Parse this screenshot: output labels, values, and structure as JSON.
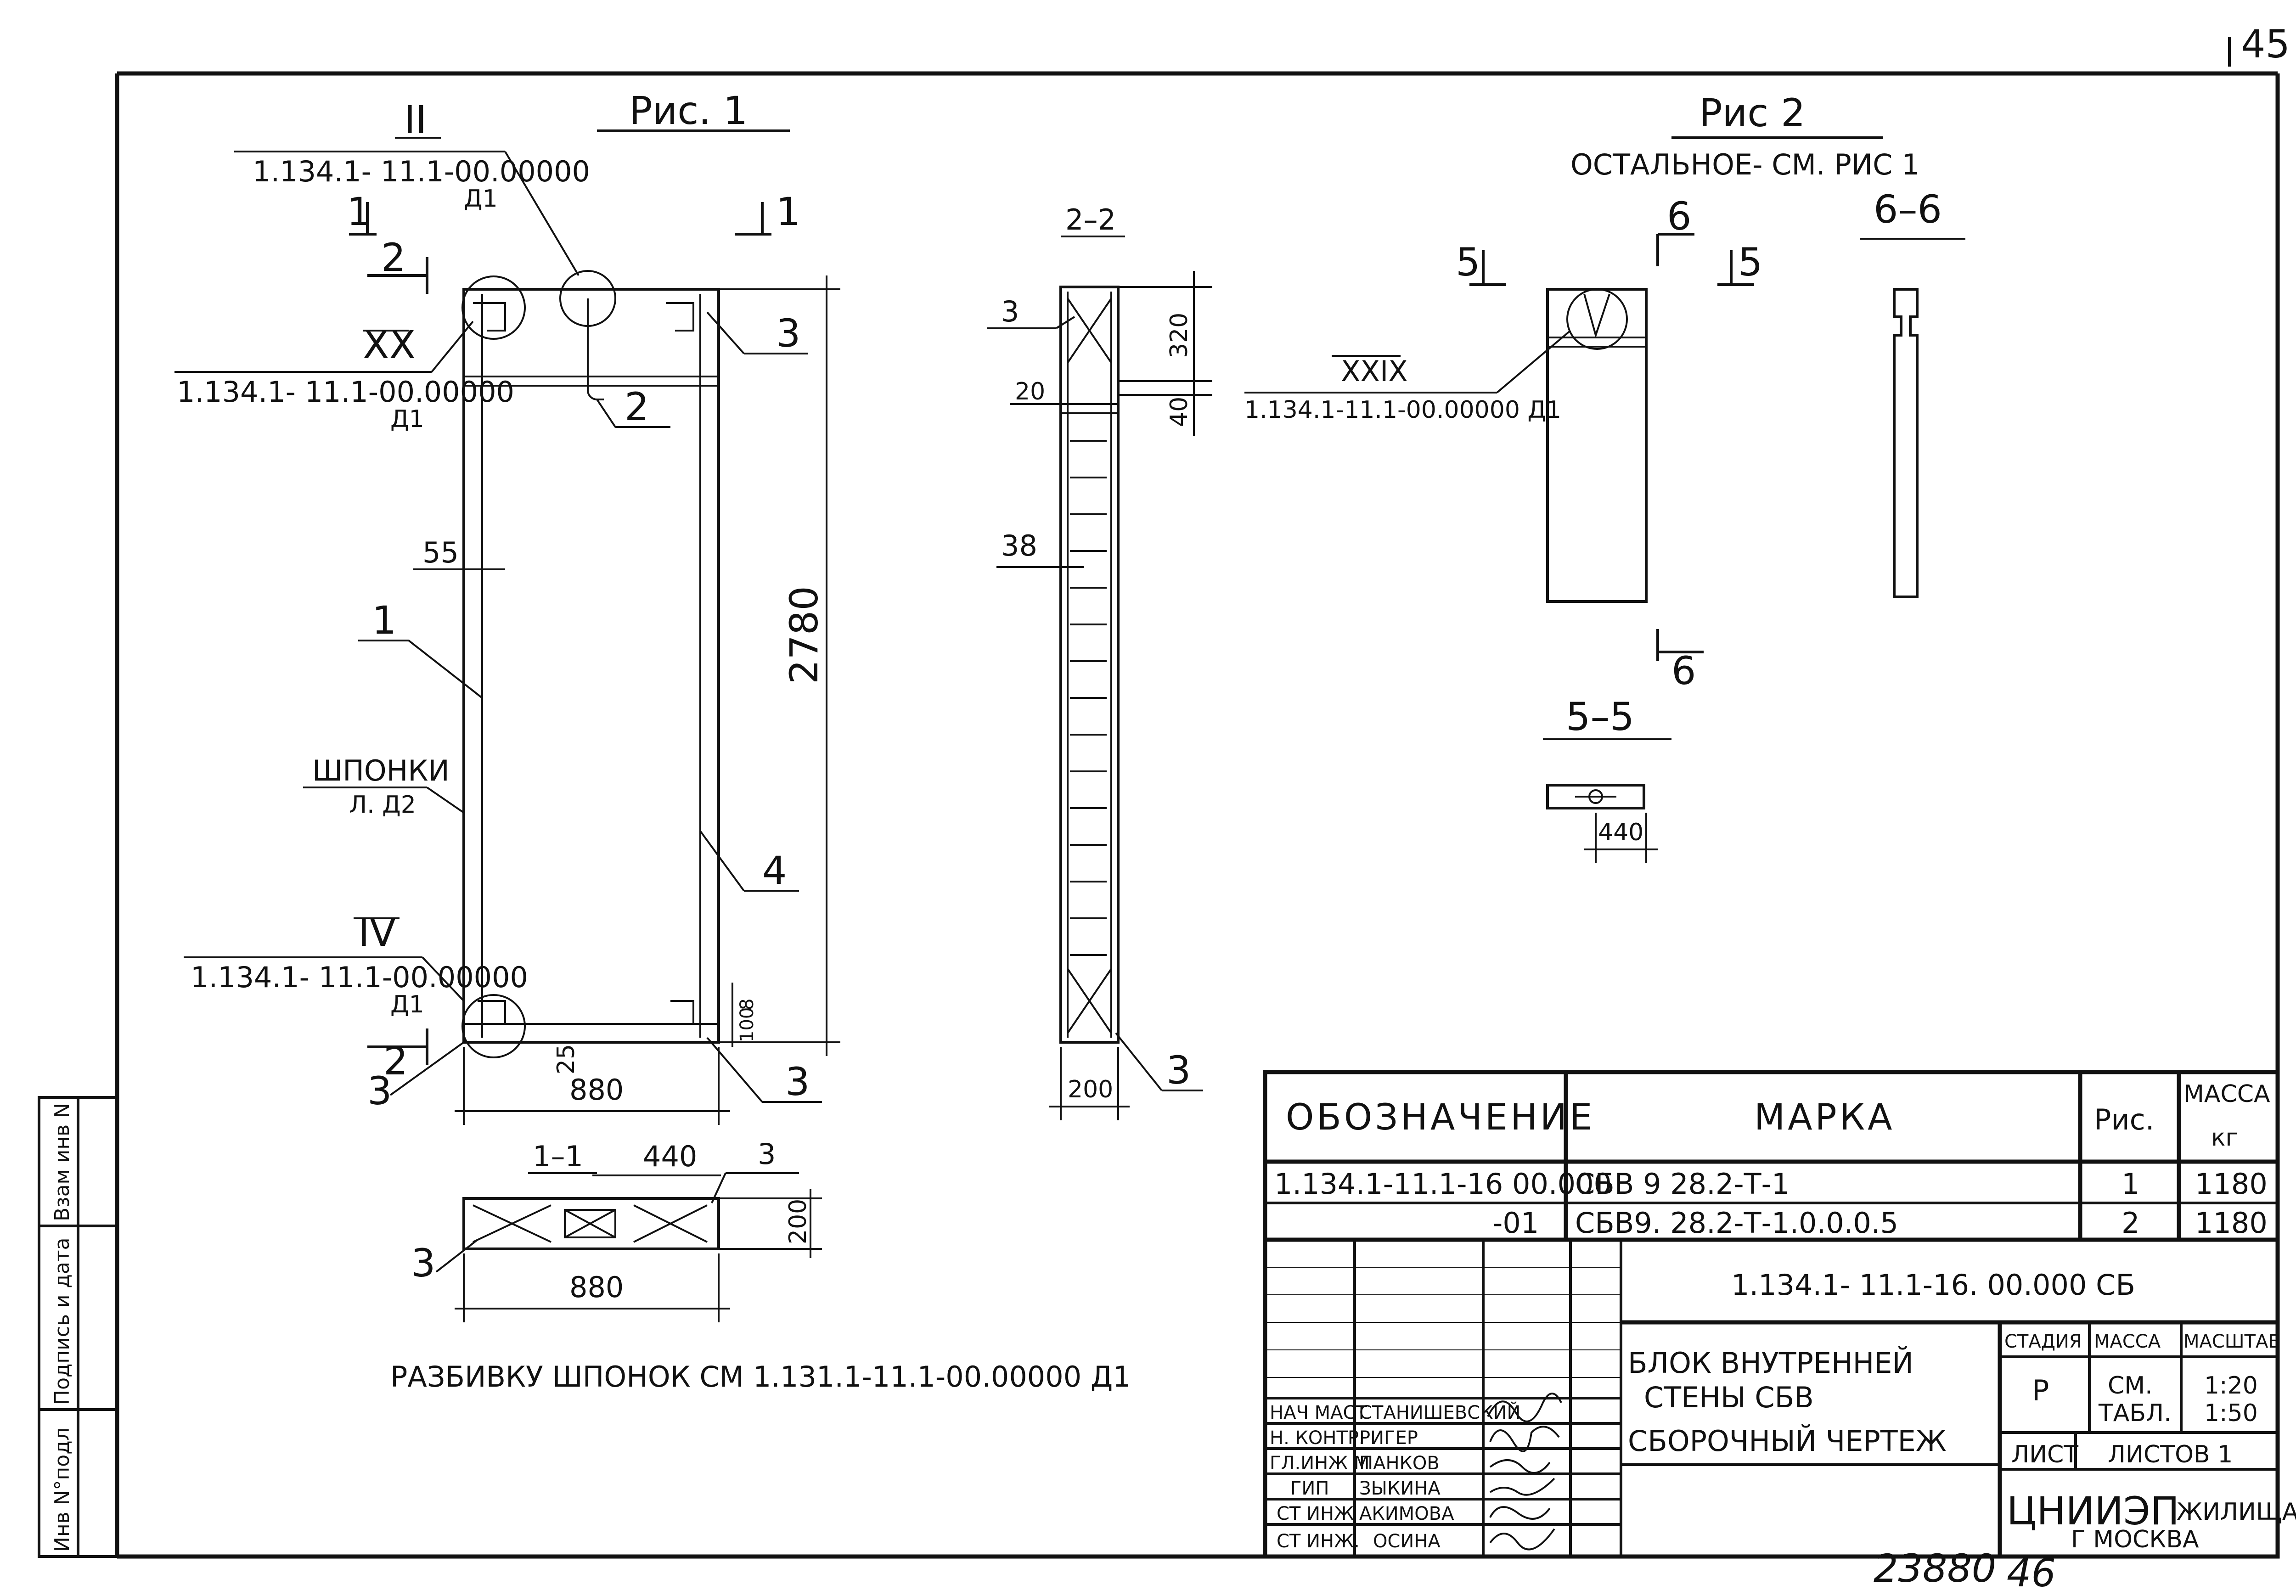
{
  "sheet": {
    "page_number": "45",
    "archive_number": "23880",
    "sheet_number_bottom": "46"
  },
  "side_stamp": {
    "cells": [
      "Инв N°подл",
      "Подпись и дата",
      "Взам инв N"
    ]
  },
  "fig1": {
    "title": "Рис. 1",
    "callout_II": {
      "mark": "II",
      "ref": "1.134.1- 11.1-00.00000",
      "sheet": "Д1"
    },
    "callout_XX": {
      "mark": "XX",
      "ref": "1.134.1- 11.1-00.00000",
      "sheet": "Д1"
    },
    "callout_IV": {
      "mark": "IV",
      "ref": "1.134.1- 11.1-00.00000",
      "sheet": "Д1"
    },
    "keys_label": "ШПОНКИ",
    "keys_ref": "Л. Д2",
    "section_1": "1",
    "section_2": "2",
    "pos_1": "1",
    "pos_2": "2",
    "pos_3": "3",
    "pos_4": "4",
    "dim_55": "55",
    "dim_2780": "2780",
    "dim_25": "25",
    "dim_100": "100",
    "dim_8": "8",
    "dim_880": "880"
  },
  "section_11": {
    "title": "1–1",
    "dim_440": "440",
    "dim_880": "880",
    "dim_200": "200",
    "pos_3": "3"
  },
  "section_22": {
    "title": "2–2",
    "dim_320": "320",
    "dim_40": "40",
    "dim_20": "20",
    "dim_38": "38",
    "dim_200": "200",
    "pos_3": "3"
  },
  "fig2": {
    "title": "Рис 2",
    "subtitle": "ОСТАЛЬНОЕ- СМ.   РИС 1",
    "callout_XXIX": {
      "mark": "XXIX",
      "ref": "1.134.1-11.1-00.00000 Д1"
    },
    "section_5": "5",
    "section_6": "6",
    "section_66_title": "6–6",
    "section_55_title": "5–5",
    "dim_440": "440"
  },
  "note": "РАЗБИВКУ ШПОНОК СМ  1.131.1-11.1-00.00000 Д1",
  "spec_table": {
    "headers": {
      "designation": "ОБОЗНАЧЕНИЕ",
      "mark": "МАРКА",
      "fig": "Рис.",
      "mass": "МАССА",
      "mass_unit": "кг"
    },
    "rows": [
      {
        "designation": "1.134.1-11.1-16 00.000",
        "mark": "СБВ 9 28.2-Т-1",
        "fig": "1",
        "mass": "1180"
      },
      {
        "designation": "-01",
        "mark": "СБВ9. 28.2-Т-1.0.0.0.5",
        "fig": "2",
        "mass": "1180"
      }
    ]
  },
  "title_block": {
    "doc_code": "1.134.1- 11.1-16. 00.000  СБ",
    "title_lines": [
      "БЛОК ВНУТРЕННЕЙ",
      "СТЕНЫ  СБВ",
      "СБОРОЧНЫЙ  ЧЕРТЕЖ"
    ],
    "stage_label": "СТАДИЯ",
    "mass_label": "МАССА",
    "scale_label": "МАСШТАБ",
    "stage": "Р",
    "mass_value": [
      "СМ.",
      "ТАБЛ."
    ],
    "scale_values": [
      "1:20",
      "1:50"
    ],
    "sheet_label": "ЛИСТ",
    "sheets_label": "ЛИСТОВ 1",
    "org": "ЦНИИЭП",
    "org_suffix": "ЖИЛИЩА",
    "city": "Г МОСКВА",
    "signatories": [
      {
        "role": "НАЧ МАСТ",
        "name": "СТАНИШЕВСКИЙ"
      },
      {
        "role": "Н. КОНТР.",
        "name": "РИГЕР"
      },
      {
        "role": "ГЛ.ИНЖ М",
        "name": "ПАНКОВ"
      },
      {
        "role": "ГИП",
        "name": "ЗЫКИНА"
      },
      {
        "role": "СТ ИНЖ",
        "name": "АКИМОВА"
      },
      {
        "role": "СТ ИНЖ.",
        "name": "ОСИНА"
      }
    ]
  }
}
